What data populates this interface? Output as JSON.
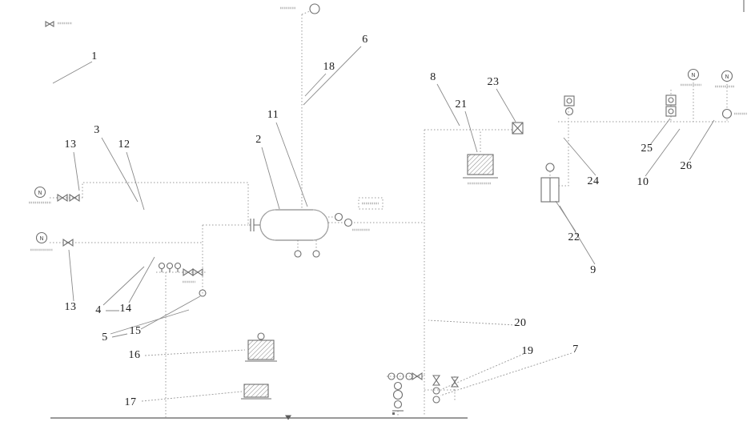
{
  "figure": {
    "background": "#ffffff",
    "piping_color": "#9a9a9a",
    "leader_color": "#8a8a8a",
    "equipment_color": "#6f6f6f",
    "callout_color": "#1c1c1c"
  },
  "symbols": {
    "nitrogen_label": "N"
  },
  "callouts": [
    "1",
    "2",
    "3",
    "4",
    "5",
    "6",
    "7",
    "8",
    "9",
    "10",
    "11",
    "12",
    "13",
    "13",
    "14",
    "15",
    "16",
    "17",
    "18",
    "19",
    "20",
    "21",
    "22",
    "23",
    "24",
    "25",
    "26"
  ]
}
